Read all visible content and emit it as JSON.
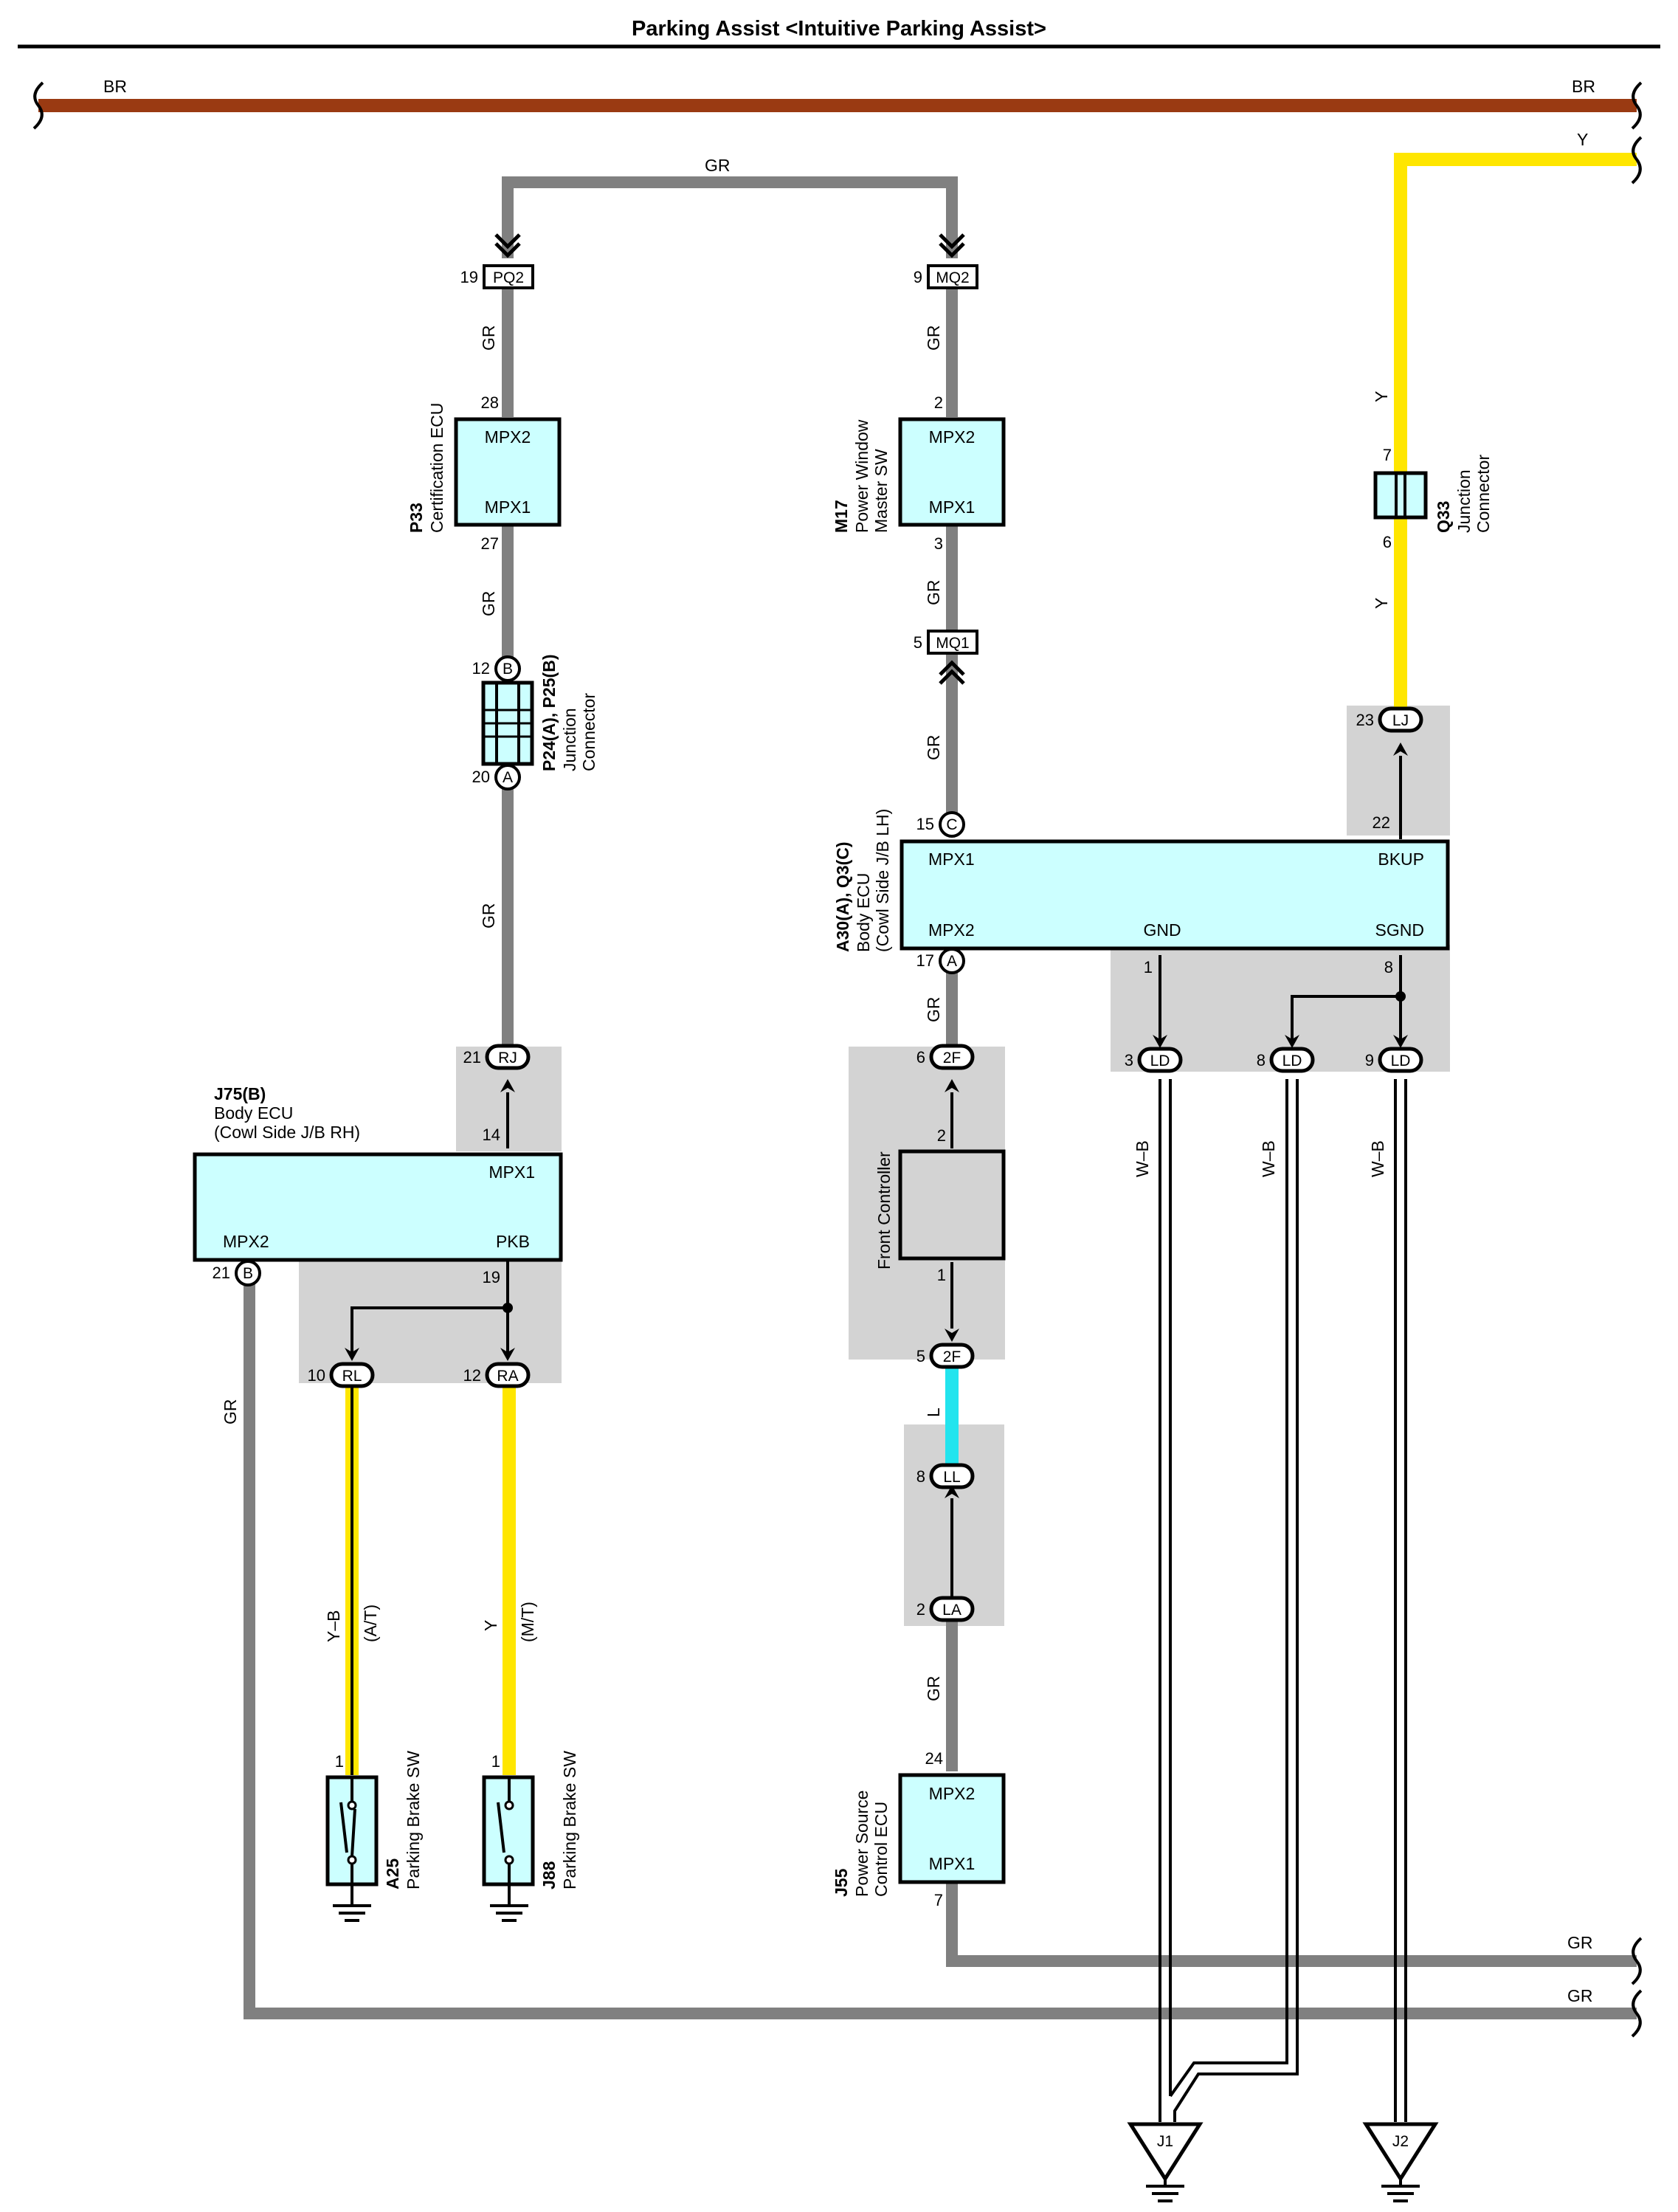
{
  "title": "Parking Assist <Intuitive Parking Assist>",
  "wires": {
    "br": "BR",
    "gr": "GR",
    "y": "Y",
    "yb": "Y–B",
    "l": "L",
    "wb": "W–B",
    "at": "(A/T)",
    "mt": "(M/T)"
  },
  "colors": {
    "br": "#9a3a12",
    "gr": "#808080",
    "y": "#ffe600",
    "l": "#22e4ee",
    "box_fill": "#ccffff",
    "panel": "#d3d3d3"
  },
  "components": {
    "p33": {
      "id": "P33",
      "name": "Certification ECU",
      "pin_top_label": "MPX2",
      "pin_bottom_label": "MPX1",
      "pin_top": "28",
      "pin_bottom": "27"
    },
    "m17": {
      "id": "M17",
      "name1": "Power Window",
      "name2": "Master SW",
      "pin_top_label": "MPX2",
      "pin_bottom_label": "MPX1",
      "pin_top": "2",
      "pin_bottom": "3"
    },
    "q33": {
      "id": "Q33",
      "name": "Junction",
      "name2": "Connector",
      "pin_top": "7",
      "pin_bottom": "6"
    },
    "p24": {
      "id": "P24(A), P25(B)",
      "name": "Junction",
      "name2": "Connector",
      "pin_top": "12",
      "pin_bottom": "20",
      "circ_top": "B",
      "circ_bottom": "A"
    },
    "a30": {
      "id": "A30(A), Q3(C)",
      "name1": "Body ECU",
      "name2": "(Cowl Side J/B LH)",
      "mpx1": "MPX1",
      "mpx2": "MPX2",
      "bkup": "BKUP",
      "gnd": "GND",
      "sgnd": "SGND",
      "pin_mpx1": "15",
      "circ_mpx1": "C",
      "pin_mpx2": "17",
      "circ_mpx2": "A",
      "pin_bkup": "22",
      "pin_gnd": "1",
      "pin_sgnd": "8"
    },
    "j75": {
      "id": "J75(B)",
      "name1": "Body ECU",
      "name2": "(Cowl Side J/B RH)",
      "mpx1": "MPX1",
      "mpx2": "MPX2",
      "pkb": "PKB",
      "pin_mpx1": "14",
      "pin_pkb": "19",
      "pin_mpx2": "21",
      "circ_mpx2": "B"
    },
    "front": {
      "name": "Front Controller",
      "pin_top": "2",
      "pin_bottom": "1"
    },
    "j55": {
      "id": "J55",
      "name1": "Power Source",
      "name2": "Control ECU",
      "pin_top_label": "MPX2",
      "pin_bottom_label": "MPX1",
      "pin_top": "24",
      "pin_bottom": "7"
    },
    "a25": {
      "id": "A25",
      "name": "Parking Brake SW",
      "pin": "1"
    },
    "j88": {
      "id": "J88",
      "name": "Parking Brake SW",
      "pin": "1"
    }
  },
  "connectors": {
    "pq2": {
      "label": "PQ2",
      "pin": "19"
    },
    "mq2": {
      "label": "MQ2",
      "pin": "9"
    },
    "mq1": {
      "label": "MQ1",
      "pin": "5"
    },
    "rj": {
      "label": "RJ",
      "pin": "21"
    },
    "lj": {
      "label": "LJ",
      "pin": "23"
    },
    "f2_top": {
      "label": "2F",
      "pin": "6"
    },
    "f2_bot": {
      "label": "2F",
      "pin": "5"
    },
    "ll": {
      "label": "LL",
      "pin": "8"
    },
    "la": {
      "label": "LA",
      "pin": "2"
    },
    "rl": {
      "label": "RL",
      "pin": "10"
    },
    "ra": {
      "label": "RA",
      "pin": "12"
    },
    "ld1": {
      "label": "LD",
      "pin": "3"
    },
    "ld2": {
      "label": "LD",
      "pin": "8"
    },
    "ld3": {
      "label": "LD",
      "pin": "9"
    }
  },
  "grounds": {
    "j1": "J1",
    "j2": "J2"
  }
}
